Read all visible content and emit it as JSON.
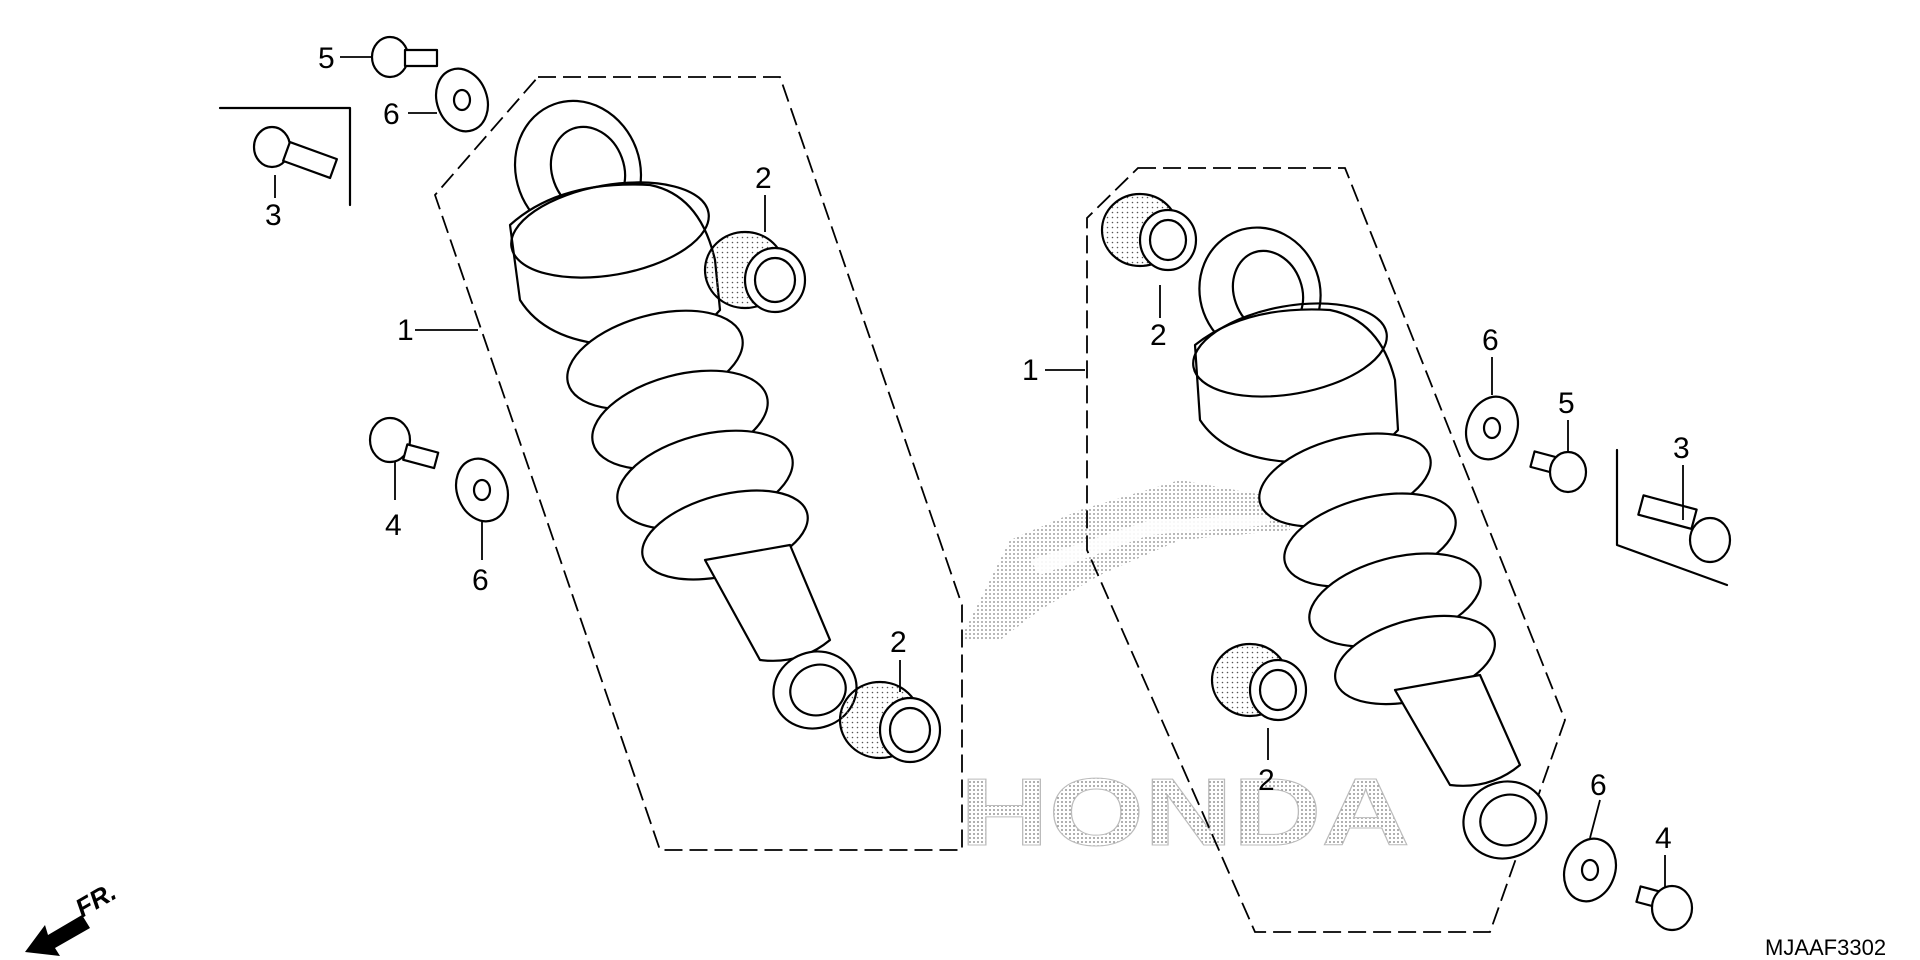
{
  "diagram_code": "MJAAF3302",
  "direction_label": "FR.",
  "watermark": "HONDA",
  "callouts": {
    "c1a": "1",
    "c1b": "1",
    "c2a": "2",
    "c2b": "2",
    "c2c": "2",
    "c2d": "2",
    "c3a": "3",
    "c3b": "3",
    "c4a": "4",
    "c4b": "4",
    "c5a": "5",
    "c5b": "5",
    "c6a": "6",
    "c6b": "6",
    "c6c": "6",
    "c6d": "6"
  }
}
